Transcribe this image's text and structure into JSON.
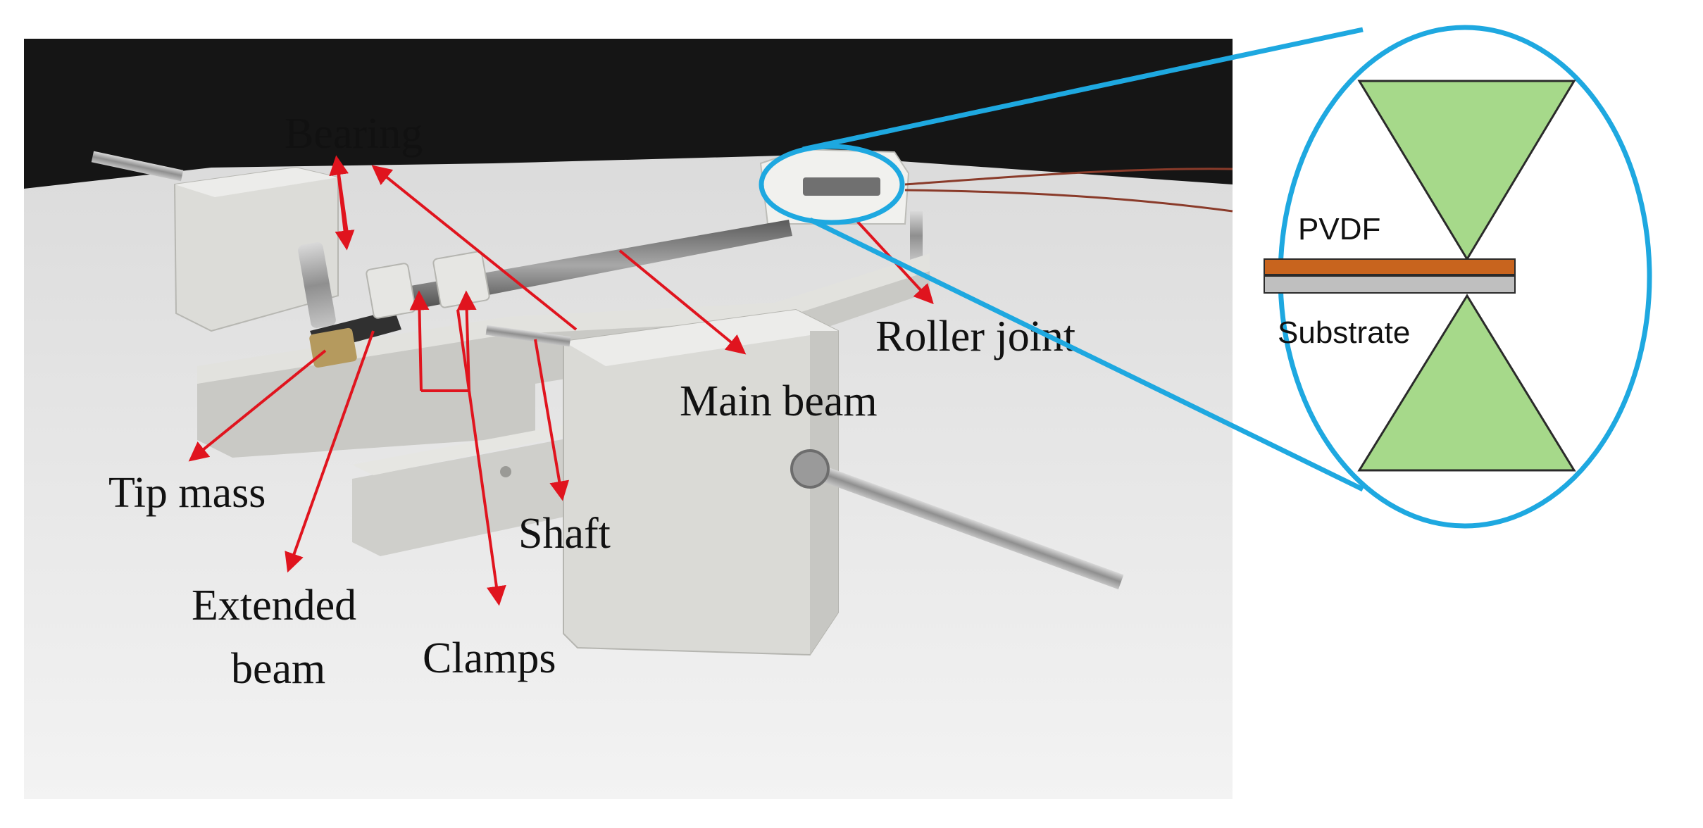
{
  "labels": {
    "bearing": "Bearing",
    "roller_joint": "Roller joint",
    "main_beam": "Main beam",
    "tip_mass": "Tip mass",
    "shaft": "Shaft",
    "extended_beam_line1": "Extended",
    "extended_beam_line2": "beam",
    "clamps": "Clamps"
  },
  "inset": {
    "pvdf_label": "PVDF",
    "substrate_label": "Substrate"
  },
  "colors": {
    "background": "#ffffff",
    "photo_backdrop_dark": "#151515",
    "table_surface": "#e9e9e9",
    "fixture_part": "#d6d6d2",
    "steel": "#9c9c9c",
    "beam_dark": "#3a3a3a",
    "arrow_red": "#e0141e",
    "zoom_outline": "#1ea8e0",
    "triangle_fill": "#a6d98a",
    "pvdf_layer": "#c8641e",
    "substrate_layer": "#bfbfbf"
  },
  "icons": {
    "arrowhead": "red-arrowhead-icon"
  }
}
